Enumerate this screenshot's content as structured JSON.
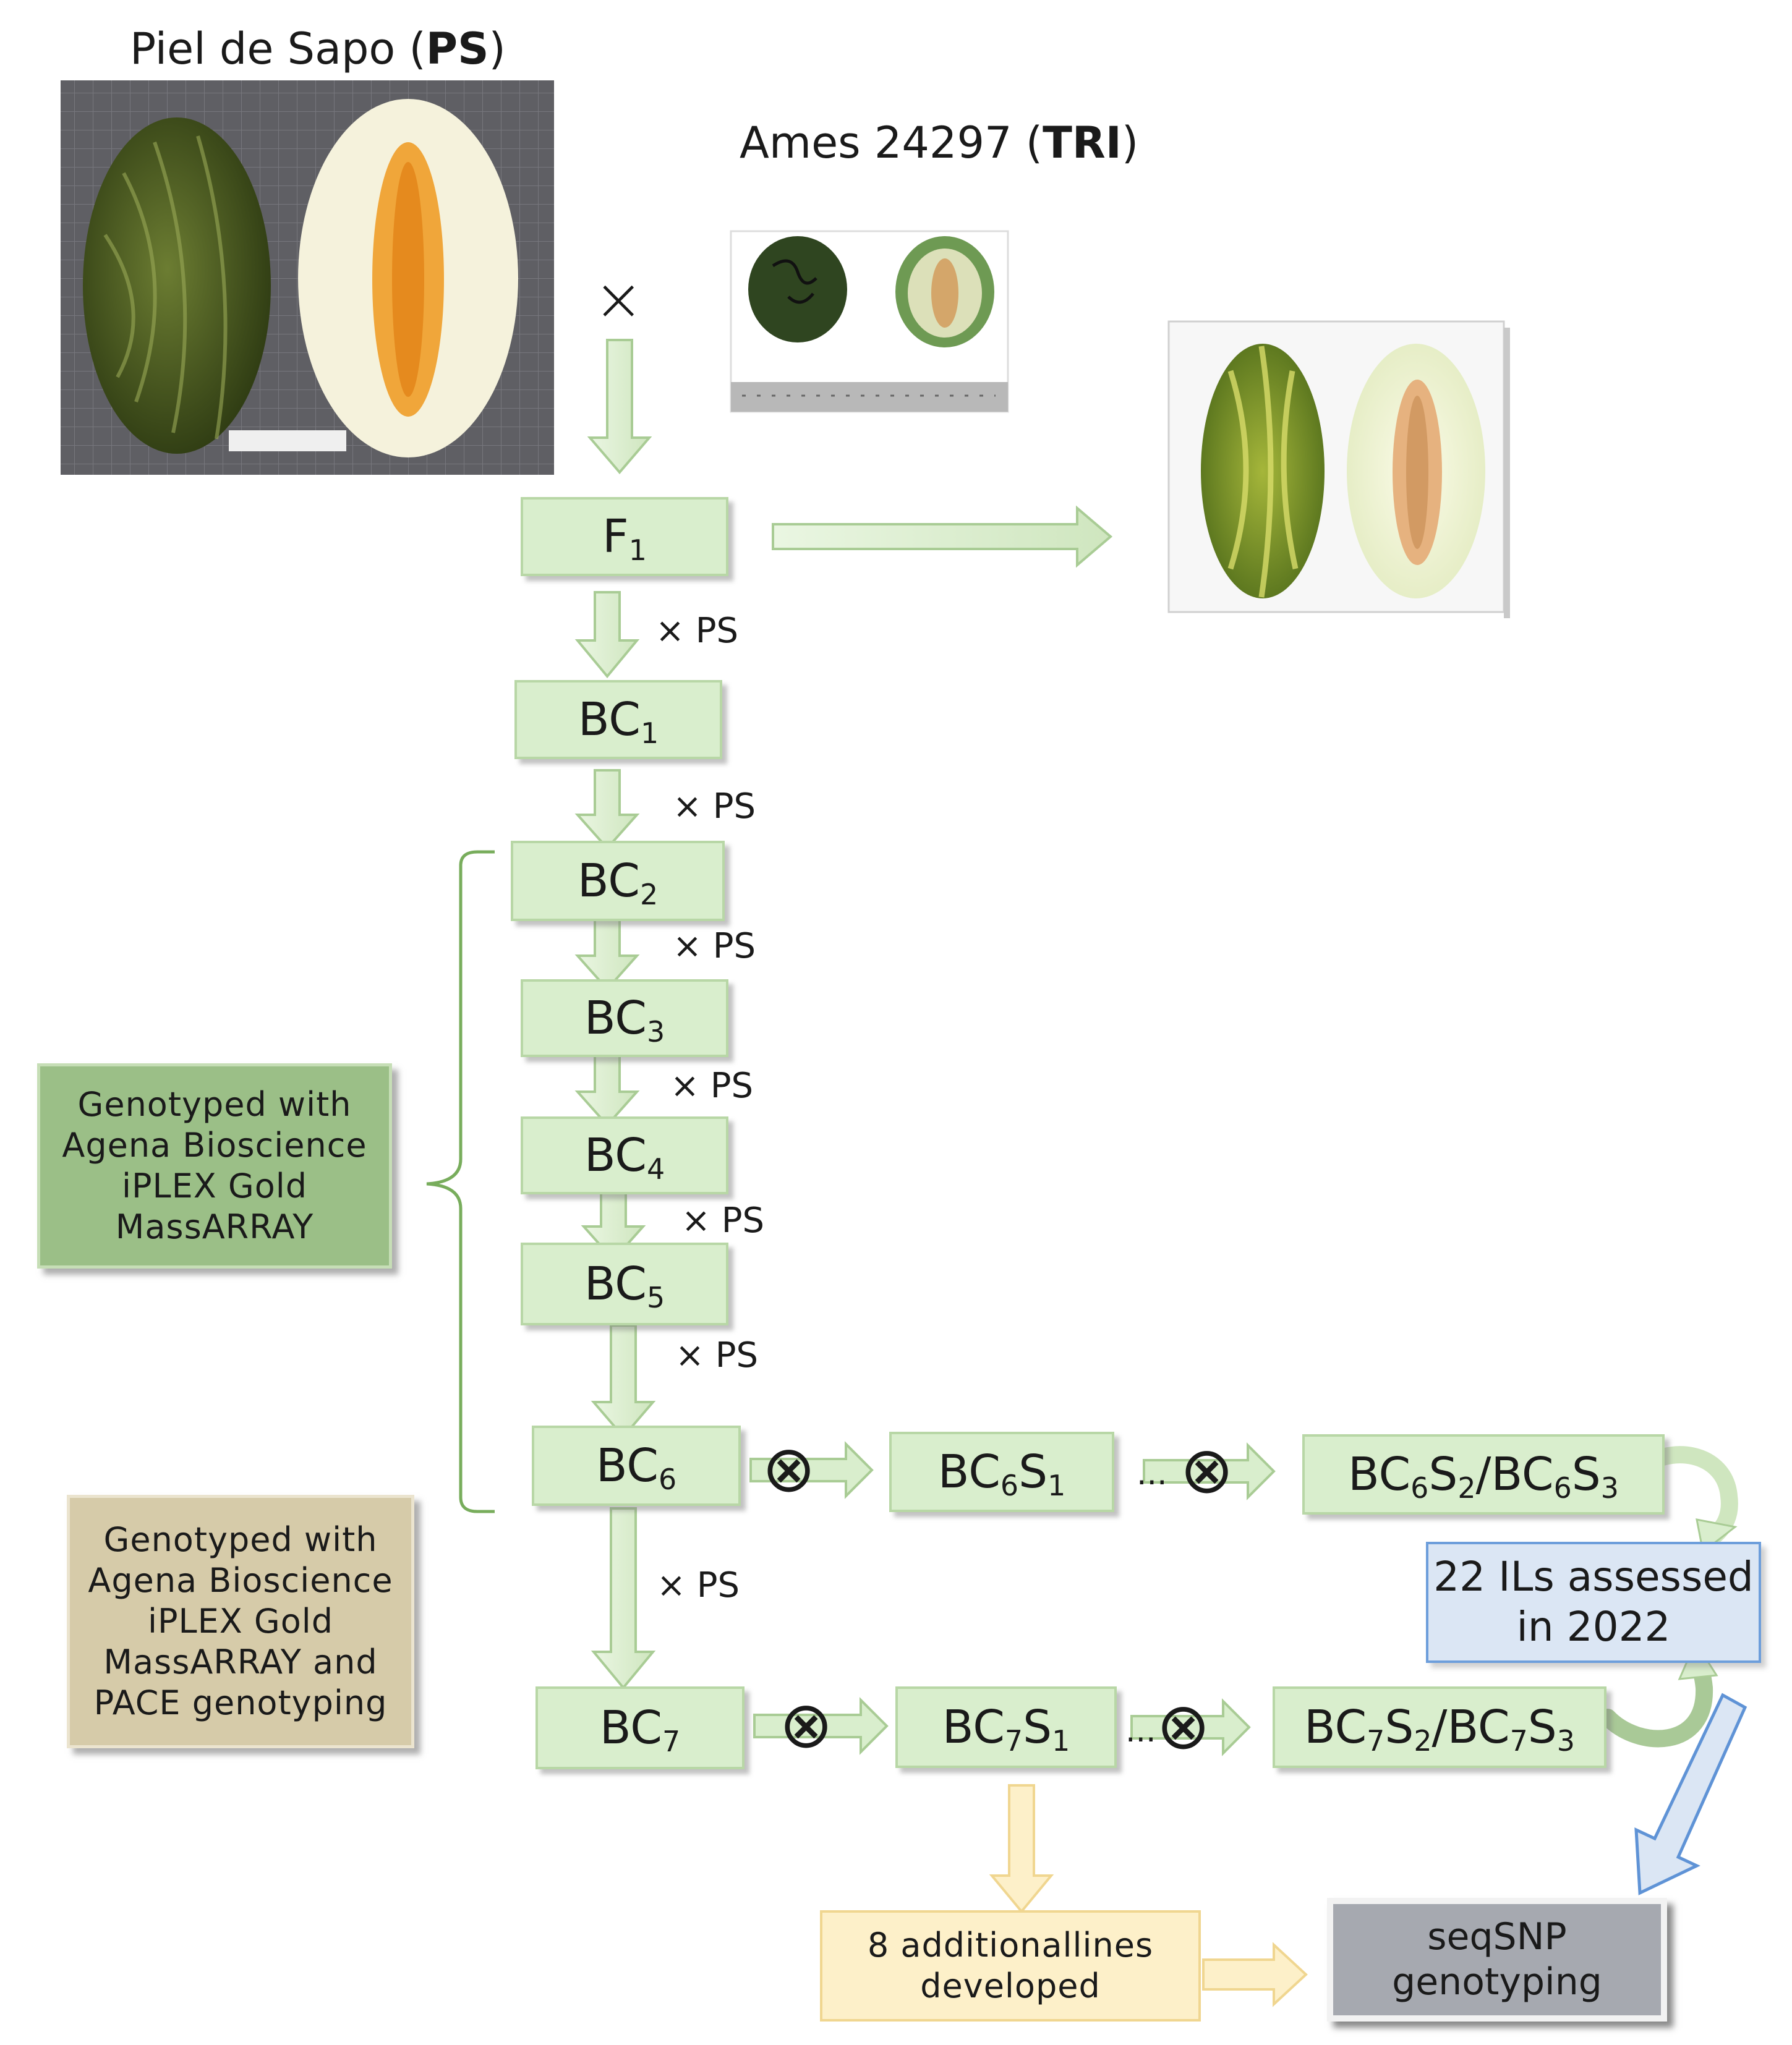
{
  "parents": {
    "ps_title_prefix": "Piel de Sapo (",
    "ps_title_bold": "PS",
    "ps_title_suffix": ")",
    "tri_title_prefix": "Ames 24297 (",
    "tri_title_bold": "TRI",
    "tri_title_suffix": ")",
    "cross_symbol": "×"
  },
  "generations": {
    "f1": {
      "base": "F",
      "sub": "1"
    },
    "bc1": {
      "base": "BC",
      "sub": "1"
    },
    "bc2": {
      "base": "BC",
      "sub": "2"
    },
    "bc3": {
      "base": "BC",
      "sub": "3"
    },
    "bc4": {
      "base": "BC",
      "sub": "4"
    },
    "bc5": {
      "base": "BC",
      "sub": "5"
    },
    "bc6": {
      "base": "BC",
      "sub": "6"
    },
    "bc7": {
      "base": "BC",
      "sub": "7"
    },
    "bc6s1": {
      "a": "BC",
      "a_sub": "6",
      "b": "S",
      "b_sub": "1"
    },
    "bc7s1": {
      "a": "BC",
      "a_sub": "7",
      "b": "S",
      "b_sub": "1"
    },
    "bc6s2": {
      "a": "BC",
      "a_sub": "6",
      "b": "S",
      "b_sub": "2",
      "sep": "/",
      "c": "BC",
      "c_sub": "6",
      "d": "S",
      "d_sub": "3"
    },
    "bc7s2": {
      "a": "BC",
      "a_sub": "7",
      "b": "S",
      "b_sub": "2",
      "sep": "/",
      "c": "BC",
      "c_sub": "7",
      "d": "S",
      "d_sub": "3"
    }
  },
  "backcross_label": "× PS",
  "selfing_symbol": "⊗",
  "ellipsis": "...",
  "side_notes": {
    "agena": [
      "Genotyped  with",
      "Agena Bioscience",
      "iPLEX Gold",
      "MassARRAY"
    ],
    "agena_pace": [
      "Genotyped  with",
      "Agena Bioscience",
      "iPLEX Gold",
      "MassARRAY  and",
      "PACE genotyping"
    ]
  },
  "outcomes": {
    "ils": [
      "22 ILs assessed",
      "in 2022"
    ],
    "additional": [
      "8 additionallines",
      "developed"
    ],
    "seqsnp": [
      "seqSNP",
      "genotyping"
    ]
  },
  "colors": {
    "generation_fill": "#d9eecd",
    "generation_border": "#b8d7a6",
    "arrow_green": "#d9eecd",
    "arrow_green_stroke": "#a9cc95",
    "agena_fill": "#9bbf87",
    "agena_pace_fill": "#d6cba9",
    "ils_fill": "#dbe6f4",
    "ils_border": "#6d9edb",
    "additional_fill": "#fdf0c9",
    "additional_border": "#f0d690",
    "seqsnp_fill": "#a6a9b0",
    "brace": "#78ad5c"
  }
}
